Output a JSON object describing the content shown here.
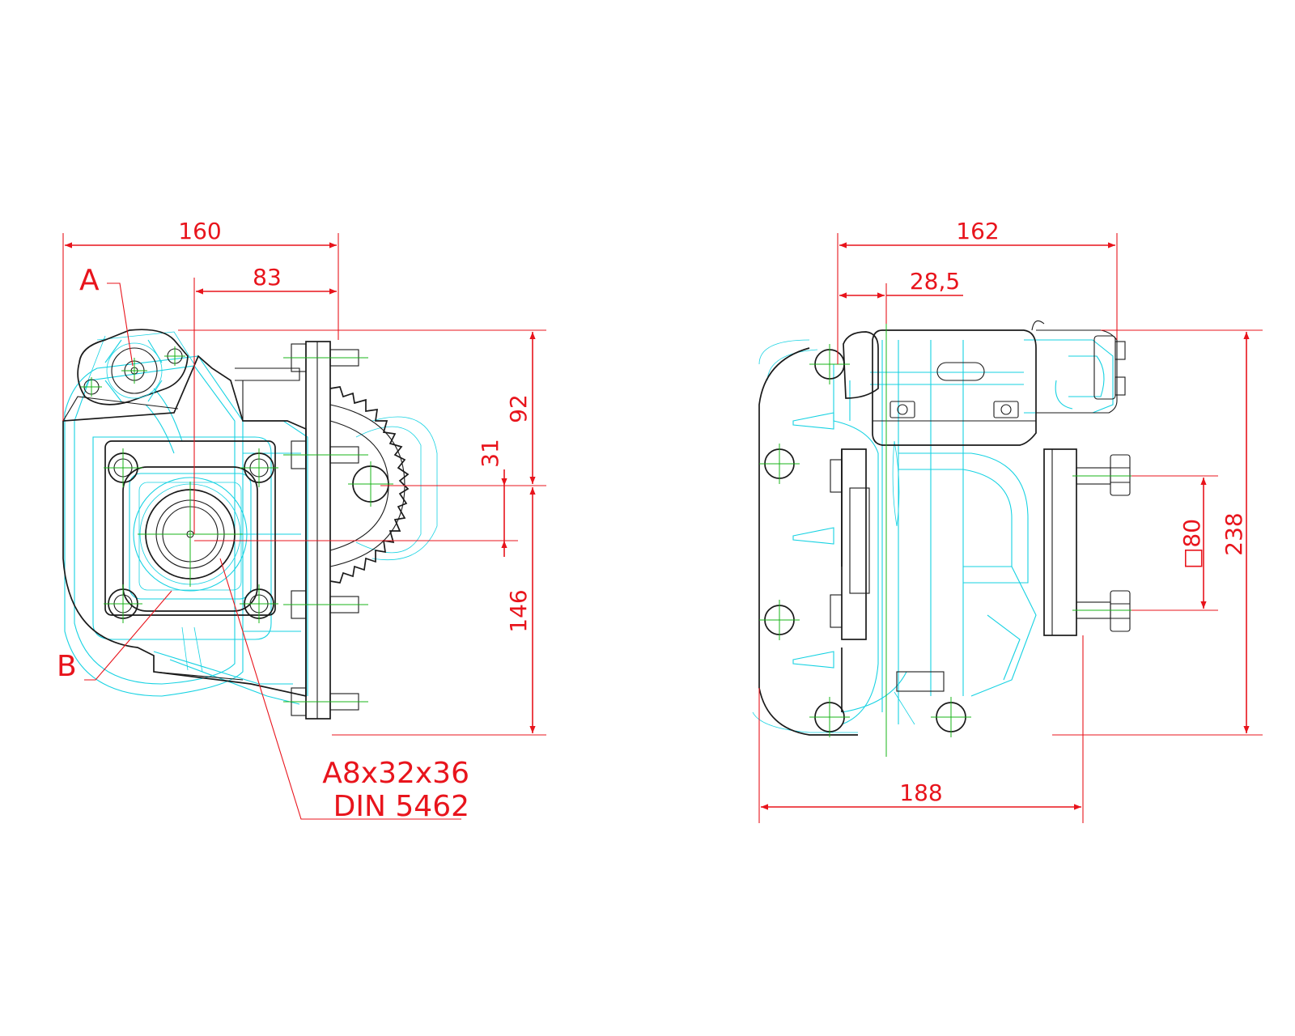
{
  "drawing": {
    "colors": {
      "dimension": "#e8141c",
      "outline": "#1a1a1a",
      "hidden": "#16d2e2",
      "centerline": "#18b418"
    },
    "left_view": {
      "dim_width_total": "160",
      "dim_width_shaft": "83",
      "dim_height_upper": "92",
      "dim_offset": "31",
      "dim_height_lower": "146",
      "label_a": "A",
      "label_b": "B",
      "spline_spec_line1": "A8x32x36",
      "spline_spec_line2": "DIN 5462"
    },
    "right_view": {
      "dim_width_top": "162",
      "dim_offset": "28,5",
      "dim_width_bottom": "188",
      "dim_square": "□80",
      "dim_height_total": "238"
    }
  }
}
